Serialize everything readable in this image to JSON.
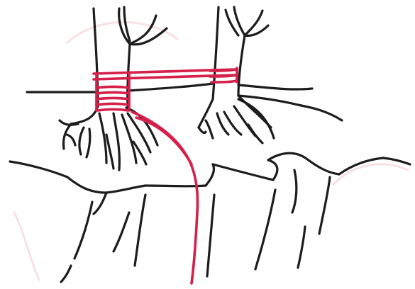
{
  "scene": {
    "title": "",
    "colors": {
      "background": "#ffffff",
      "ink": "#1c1c1c",
      "accent": "#d4204a",
      "ghost": "#f6d3d9"
    },
    "elements": {
      "tree_left": "tree-trunk-with-roots",
      "tree_right": "tree-trunk-with-roots",
      "red_bands": "red-cord-wrapped-around-trunks",
      "red_cord_down": "red-cord-running-down-cliff",
      "ridge": "rocky-ridge-outline"
    }
  }
}
